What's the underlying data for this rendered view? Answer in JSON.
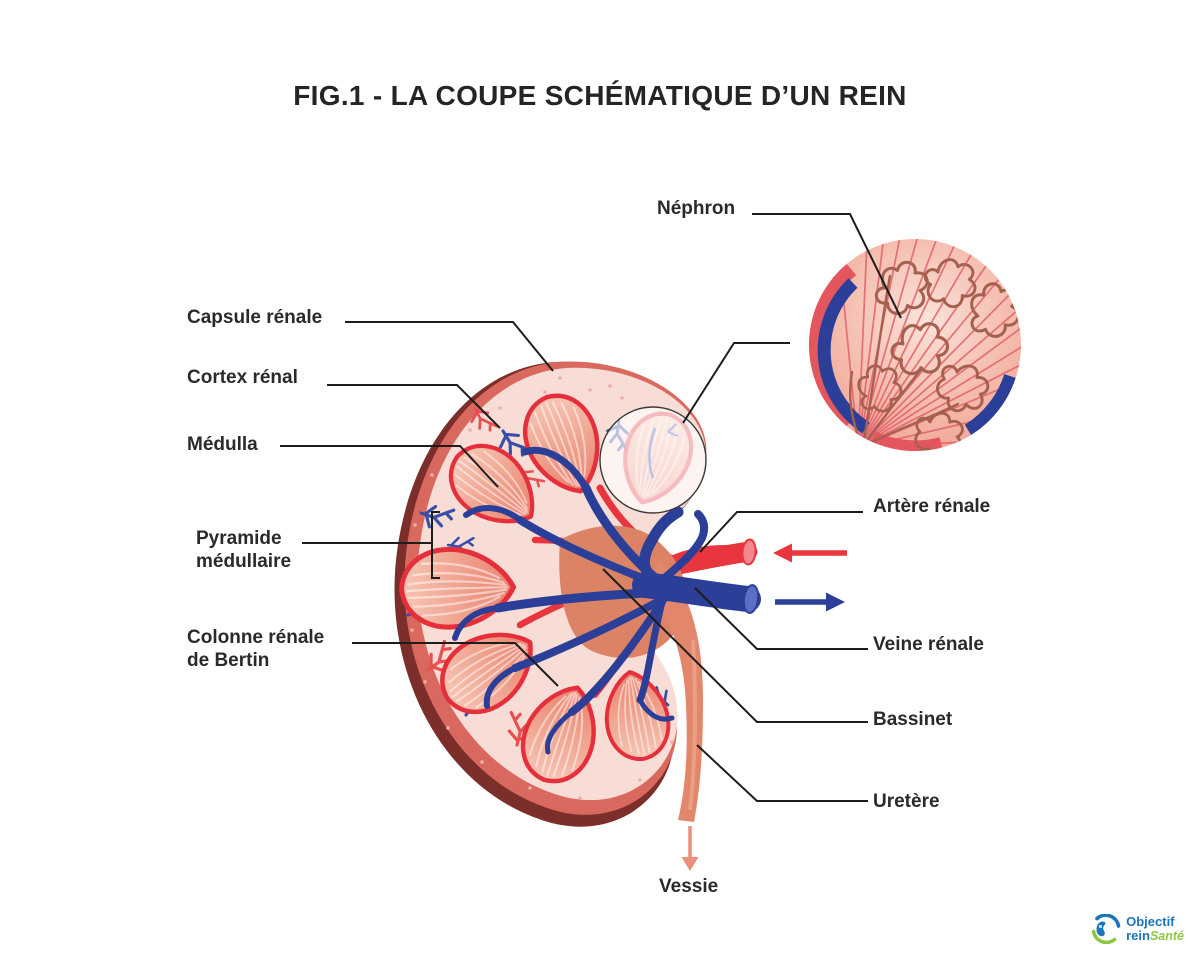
{
  "title": "FIG.1 - LA COUPE SCHÉMATIQUE D’UN REIN",
  "labels": {
    "capsule": "Capsule rénale",
    "cortex": "Cortex rénal",
    "medulla": "Médulla",
    "pyramide_line1": "Pyramide",
    "pyramide_line2": "médullaire",
    "colonne_line1": "Colonne rénale",
    "colonne_line2": "de Bertin",
    "nephron": "Néphron",
    "artere": "Artère rénale",
    "veine": "Veine rénale",
    "bassinet": "Bassinet",
    "uretere": "Uretère",
    "vessie": "Vessie"
  },
  "legend": {
    "artery_flow_arrow": "points-left",
    "vein_flow_arrow": "points-right",
    "ureter_flow_arrow": "points-down-to-vessie"
  },
  "palette": {
    "text": "#2b2a29",
    "leader_line": "#1d1d1b",
    "artery_red": "#e8353e",
    "vein_blue": "#2b3f98",
    "capsule_dark": "#7c2e2a",
    "capsule_mid": "#d9695e",
    "cortex_pale": "#f8ddd6",
    "pyramid_salmon": "#ef9b88",
    "pyramid_outline": "#e5303c",
    "ureter_salmon": "#e2876b",
    "magnifier_pink": "#f3b3a4",
    "nephron_brown": "#a5604e",
    "logo_blue": "#1b75bb",
    "logo_green": "#8dc63f"
  },
  "logo": {
    "word1": "Objectif",
    "word2": "rein",
    "word3": "Santé"
  }
}
